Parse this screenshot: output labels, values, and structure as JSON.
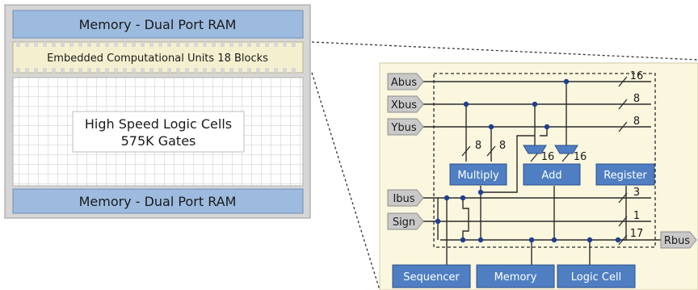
{
  "chip": {
    "memory_top": "Memory - Dual Port RAM",
    "embedded_units": "Embedded Computational Units 18 Blocks",
    "logic_title": "High Speed Logic Cells",
    "logic_gates": "575K Gates",
    "memory_bottom": "Memory - Dual Port RAM"
  },
  "unit": {
    "buses_in": [
      "Abus",
      "Xbus",
      "Ybus",
      "Ibus",
      "Sign"
    ],
    "bus_out": "Rbus",
    "width_labels": [
      "16",
      "8",
      "8",
      "3",
      "1",
      "17"
    ],
    "operand_widths": [
      "8",
      "8",
      "16",
      "16"
    ],
    "blocks": {
      "multiply": "Multiply",
      "add": "Add",
      "register": "Register"
    },
    "bottom_blocks": [
      "Sequencer",
      "Memory",
      "Logic Cell"
    ]
  },
  "colors": {
    "block_fill": "#4f7fc2",
    "ram_fill": "#9dbbdf",
    "panel_fill": "#fbf7df",
    "chip_fill": "#d6d6d6",
    "tag_fill": "#c9c9c9",
    "wire": "#2b2b2b",
    "dot": "#1f3f8f"
  }
}
